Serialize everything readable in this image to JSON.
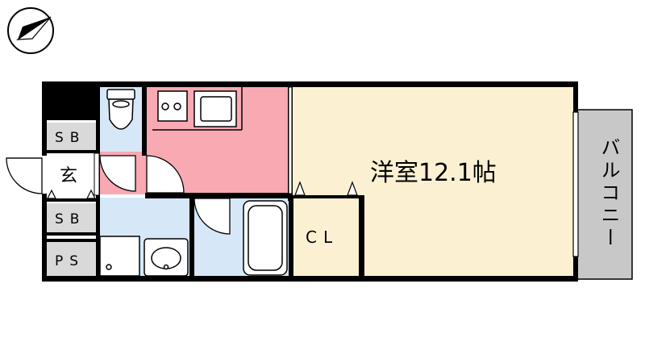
{
  "rooms": {
    "western_room": "洋室12.1帖",
    "balcony": "バルコニー",
    "closet": "CL",
    "shoe_box_top": "SB",
    "shoe_box_bottom": "SB",
    "entrance": "玄",
    "pipe_space": "PS"
  },
  "compass": {
    "icon": "north-arrow-icon"
  },
  "colors": {
    "western_room": "#fbf1d2",
    "closet": "#fbf1d2",
    "kitchen": "#f8a9b1",
    "wet_area": "#d6e8f8",
    "balcony": "#c8c8c8",
    "storage": "#d9d9d9",
    "wall": "#000000"
  }
}
